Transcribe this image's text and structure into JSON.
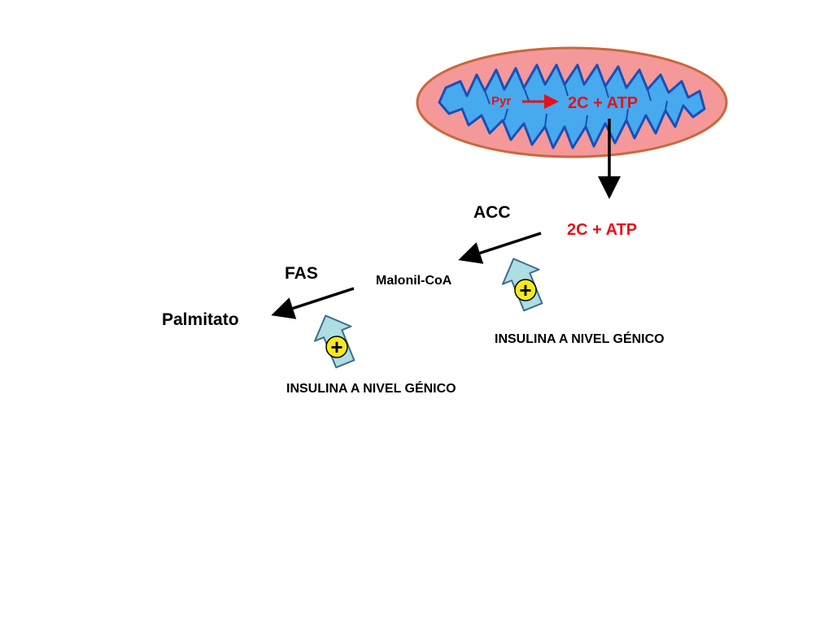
{
  "mitochondrion": {
    "substrate": "Pyr",
    "product": "2C + ATP",
    "outer_fill": "#f4989a",
    "outer_stroke": "#c9683d",
    "matrix_fill": "#47a9ee",
    "cristae_stroke": "#1b4fb6"
  },
  "pathway": {
    "cytosol_product": "2C + ATP",
    "enzyme_1": "ACC",
    "intermediate": "Malonil-CoA",
    "enzyme_2": "FAS",
    "final_product": "Palmitato"
  },
  "regulation": [
    {
      "sign": "+",
      "label": "INSULINA A NIVEL GÉNICO"
    },
    {
      "sign": "+",
      "label": "INSULINA A NIVEL GÉNICO"
    }
  ],
  "colors": {
    "text_red": "#e8101a",
    "arrow_fill": "#aedde4",
    "plus_fill": "#f5ea1e"
  }
}
